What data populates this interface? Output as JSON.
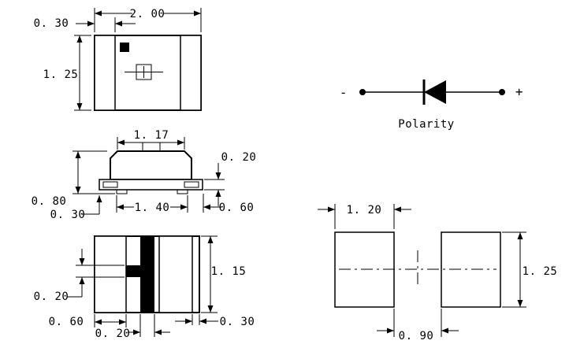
{
  "drawing": {
    "top_view": {
      "width": "2. 00",
      "terminal_width": "0. 30",
      "height": "1. 25"
    },
    "side_view": {
      "top_width": "1. 17",
      "terminal_thickness": "0. 20",
      "height": "0. 80",
      "standoff": "0. 30",
      "bottom_width": "1. 40",
      "terminal_length": "0. 60"
    },
    "bottom_view": {
      "terminal_height": "1. 15",
      "mark_height": "0. 20",
      "terminal_width": "0. 60",
      "mark_width": "0. 20",
      "edge_margin": "0. 30"
    },
    "polarity": {
      "minus": "-",
      "plus": "+",
      "caption": "Polarity"
    },
    "pad_layout": {
      "pad_width": "1. 20",
      "pad_height": "1. 25",
      "pad_gap": "0. 90"
    }
  },
  "colors": {
    "ink": "#000000",
    "paper": "#ffffff"
  }
}
